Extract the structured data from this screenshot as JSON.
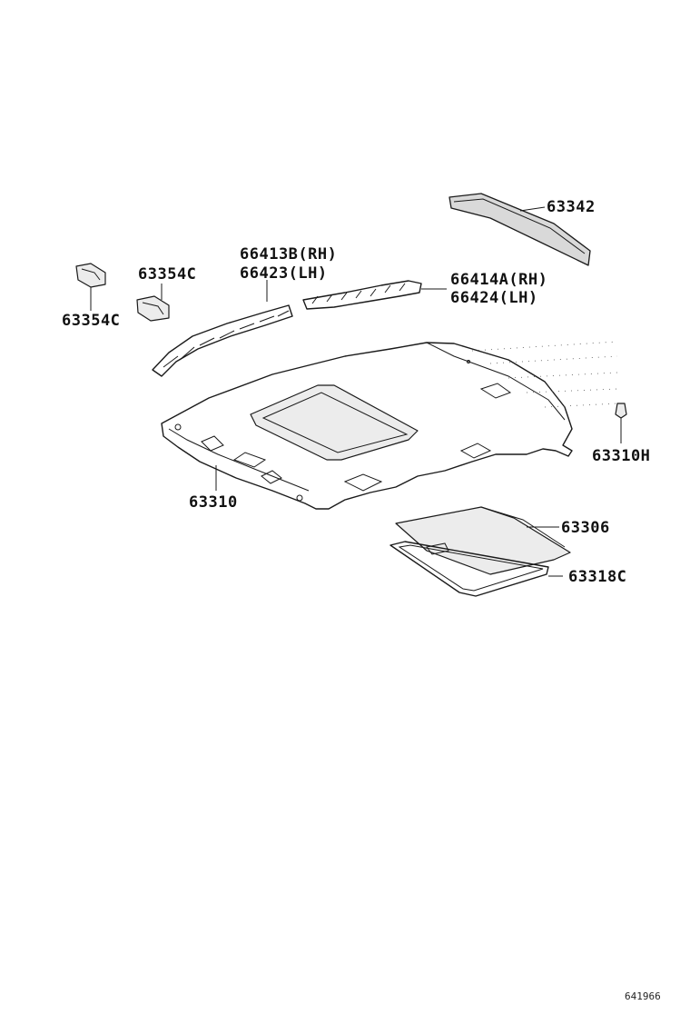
{
  "labels": {
    "p63342": "63342",
    "p66413b": "66413B(RH)",
    "p66423": "66423(LH)",
    "p63354c_top": "63354C",
    "p63354c_left": "63354C",
    "p66414a": "66414A(RH)",
    "p66424": "66424(LH)",
    "p63310h": "63310H",
    "p63310": "63310",
    "p63306": "63306",
    "p63318c": "63318C"
  },
  "figure_code": "641966"
}
